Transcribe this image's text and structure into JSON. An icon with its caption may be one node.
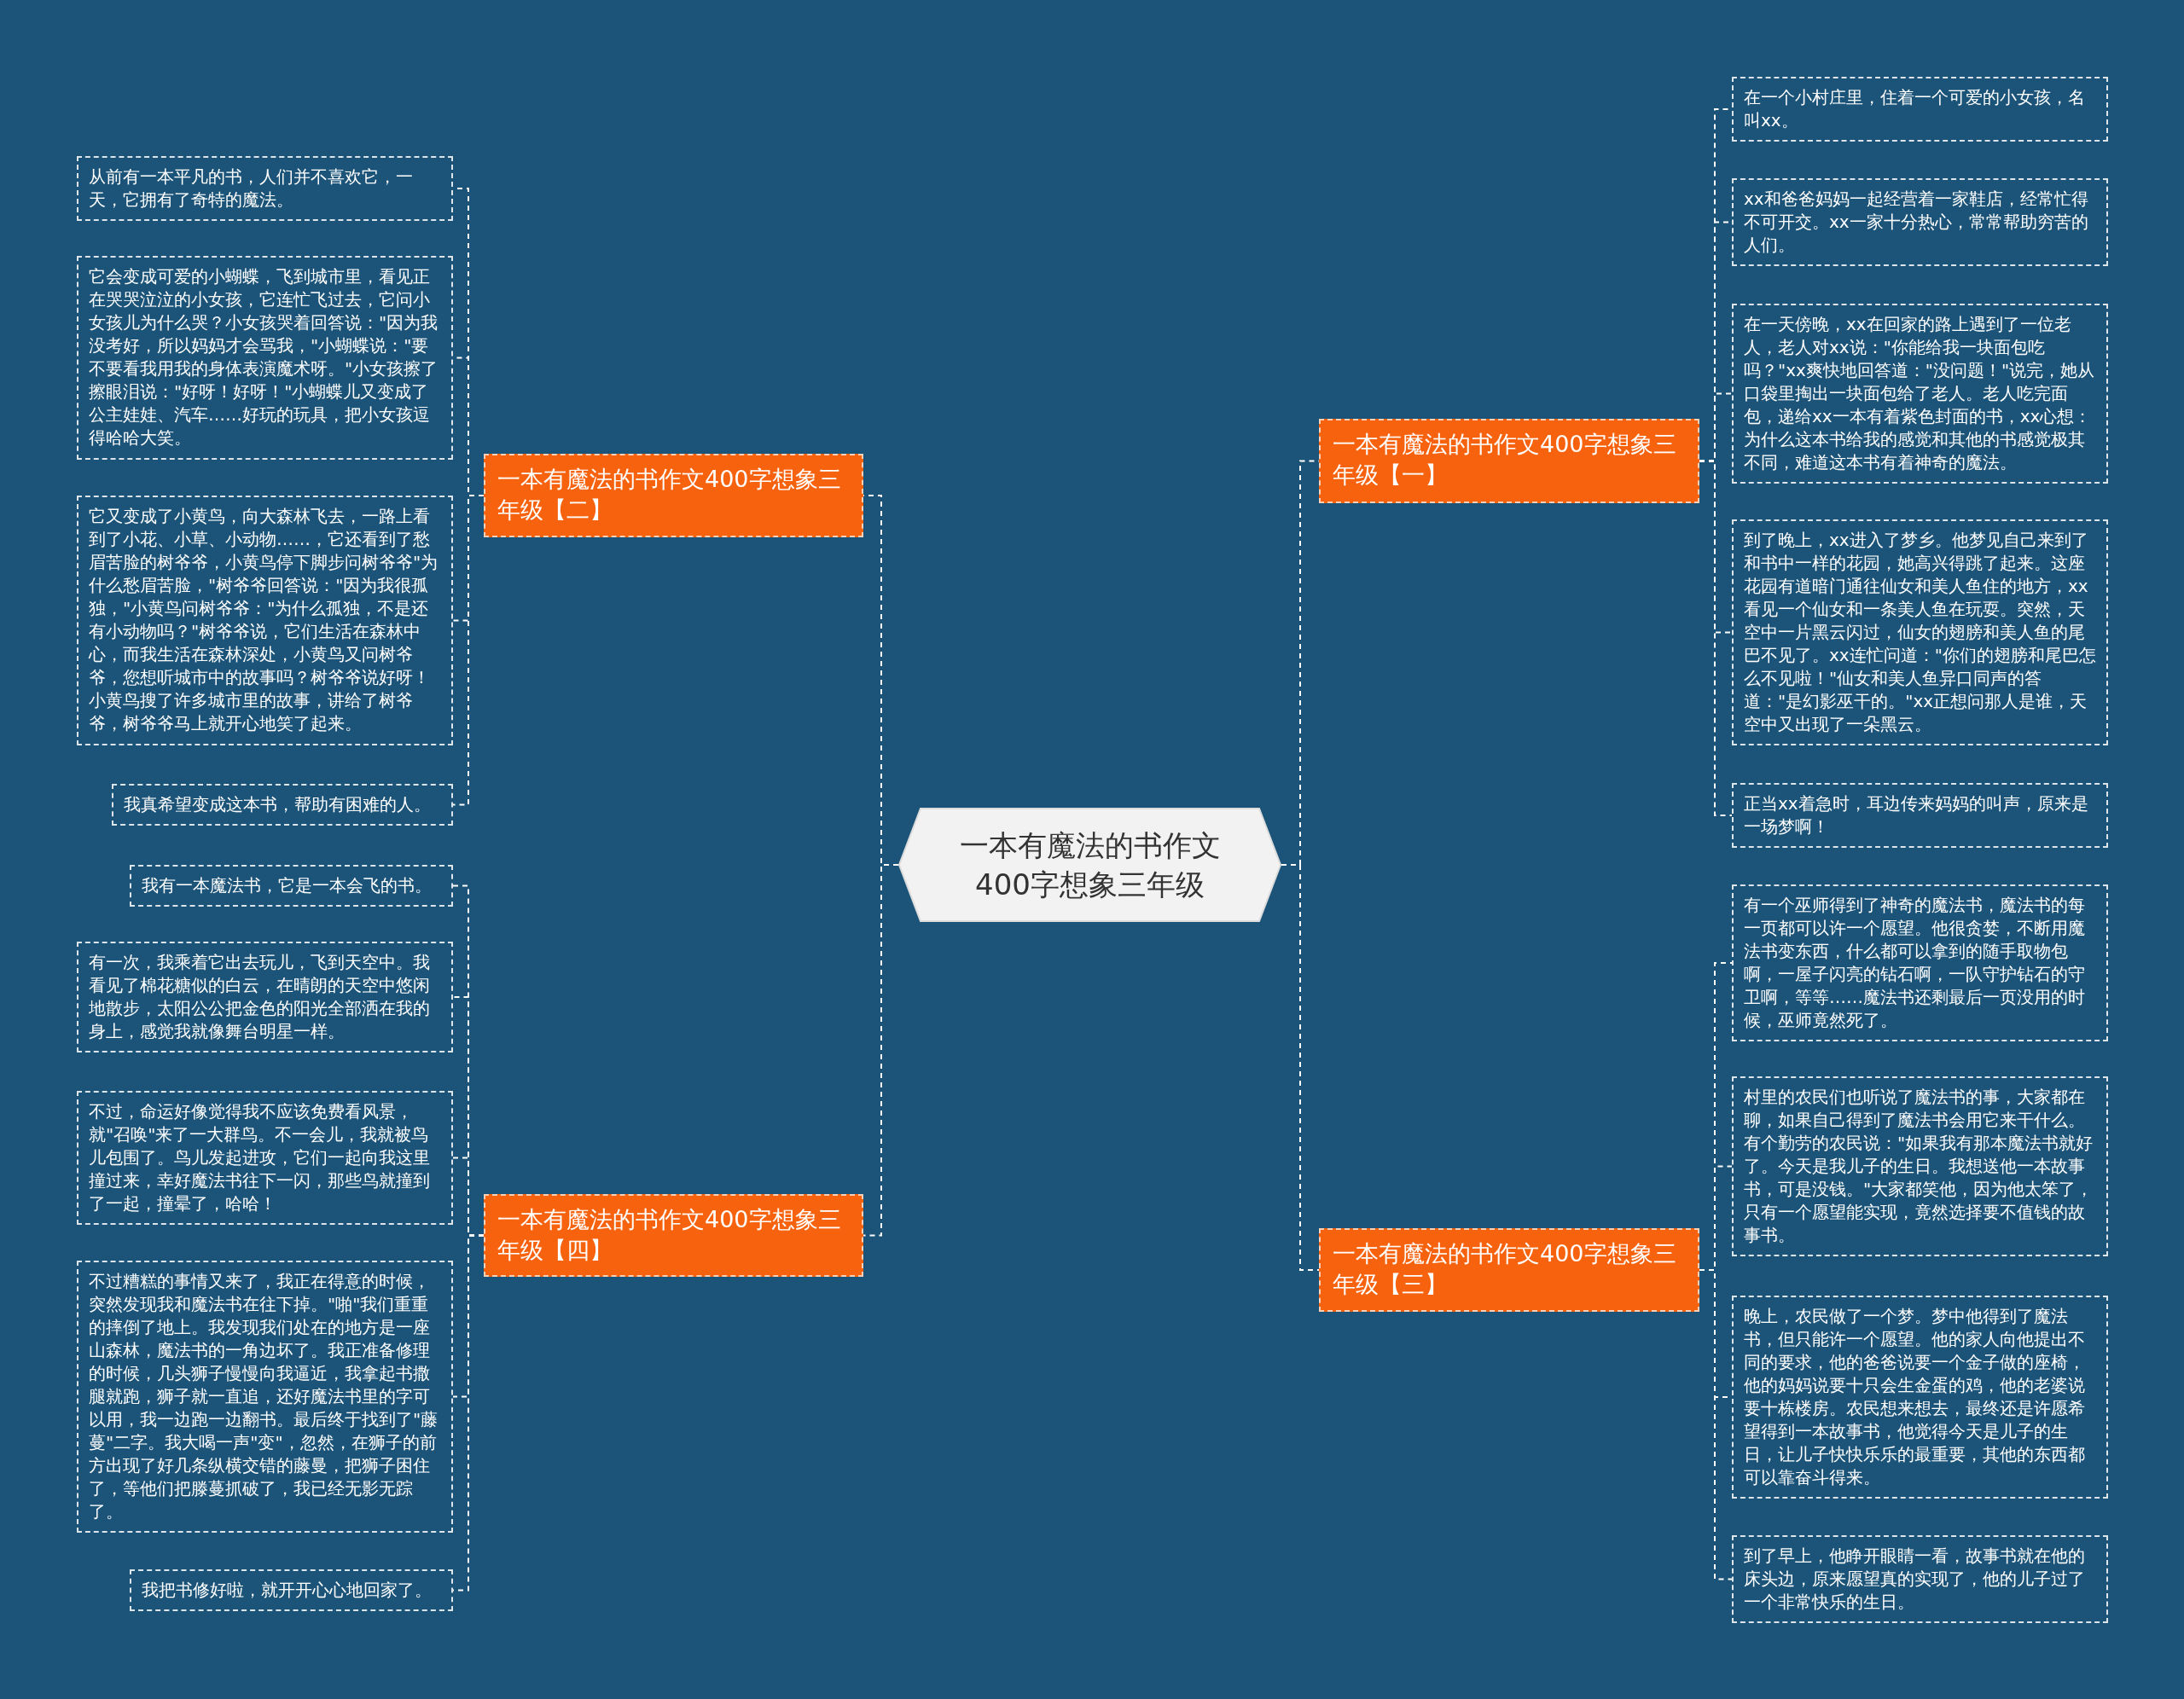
{
  "diagram": {
    "nodes": [
      {
        "text": [
          "一本有魔法的书作文400字想象三年级"
        ]
      },
      {
        "text": [
          "一本有魔法的书作文400字想象三年级【一】"
        ]
      },
      {
        "text": [
          "在一个小村庄里，住着一个可爱的小女孩，名叫xx。"
        ]
      },
      {
        "text": [
          "xx和爸爸妈妈一起经营着一家鞋店，经常忙得不可开交。xx一家十分热心，常常帮助穷苦的人们。"
        ]
      },
      {
        "text": [
          "在一天傍晚，xx在回家的路上遇到了一位老人，老人对xx说：\"你能给我一块面包吃吗？\"xx爽快地回答道：\"没问题！\"说完，她从口袋里掏出一块面包给了老人。老人吃完面包，递给xx一本有着紫色封面的书，xx心想：为什么这本书给我的感觉和其他的书感觉极其不同，难道这本书有着神奇的魔法。"
        ]
      },
      {
        "text": [
          "到了晚上，xx进入了梦乡。他梦见自己来到了和书中一样的花园，她高兴得跳了起来。这座花园有道暗门通往仙女和美人鱼住的地方，xx看见一个仙女和一条美人鱼在玩耍。突然，天空中一片黑云闪过，仙女的翅膀和美人鱼的尾巴不见了。xx连忙问道：\"你们的翅膀和尾巴怎么不见啦！\"仙女和美人鱼异口同声的答道：\"是幻影巫干的。\"xx正想问那人是谁，天空中又出现了一朵黑云。"
        ]
      },
      {
        "text": [
          "正当xx着急时，耳边传来妈妈的叫声，原来是一场梦啊！"
        ]
      },
      {
        "text": [
          "一本有魔法的书作文400字想象三年级【二】"
        ]
      },
      {
        "text": [
          "从前有一本平凡的书，人们并不喜欢它，一天，它拥有了奇特的魔法。"
        ]
      },
      {
        "text": [
          "它会变成可爱的小蝴蝶，飞到城市里，看见正在哭哭泣泣的小女孩，它连忙飞过去，它问小女孩儿为什么哭？小女孩哭着回答说：\"因为我没考好，所以妈妈才会骂我，\"小蝴蝶说：\"要不要看我用我的身体表演魔术呀。\"小女孩擦了擦眼泪说：\"好呀！好呀！\"小蝴蝶儿又变成了公主娃娃、汽车……好玩的玩具，把小女孩逗得哈哈大笑。"
        ]
      },
      {
        "text": [
          "它又变成了小黄鸟，向大森林飞去，一路上看到了小花、小草、小动物……，它还看到了愁眉苦脸的树爷爷，小黄鸟停下脚步问树爷爷\"为什么愁眉苦脸，\"树爷爷回答说：\"因为我很孤独，\"小黄鸟问树爷爷：\"为什么孤独，不是还有小动物吗？\"树爷爷说，它们生活在森林中心，而我生活在森林深处，小黄鸟又问树爷爷，您想听城市中的故事吗？树爷爷说好呀！小黄鸟搜了许多城市里的故事，讲给了树爷爷，树爷爷马上就开心地笑了起来。"
        ]
      },
      {
        "text": [
          "我真希望变成这本书，帮助有困难的人。"
        ]
      },
      {
        "text": [
          "一本有魔法的书作文400字想象三年级【三】"
        ]
      },
      {
        "text": [
          "有一个巫师得到了神奇的魔法书，魔法书的每一页都可以许一个愿望。他很贪婪，不断用魔法书变东西，什么都可以拿到的随手取物包啊，一屋子闪亮的钻石啊，一队守护钻石的守卫啊，等等……魔法书还剩最后一页没用的时候，巫师竟然死了。"
        ]
      },
      {
        "text": [
          "村里的农民们也听说了魔法书的事，大家都在聊，如果自己得到了魔法书会用它来干什么。有个勤劳的农民说：\"如果我有那本魔法书就好了。今天是我儿子的生日。我想送他一本故事书，可是没钱。\"大家都笑他，因为他太笨了，只有一个愿望能实现，竟然选择要不值钱的故事书。"
        ]
      },
      {
        "text": [
          "晚上，农民做了一个梦。梦中他得到了魔法书，但只能许一个愿望。他的家人向他提出不同的要求，他的爸爸说要一个金子做的座椅，他的妈妈说要十只会生金蛋的鸡，他的老婆说要十栋楼房。农民想来想去，最终还是许愿希望得到一本故事书，他觉得今天是儿子的生日，让儿子快快乐乐的最重要，其他的东西都可以靠奋斗得来。"
        ]
      },
      {
        "text": [
          "到了早上，他睁开眼睛一看，故事书就在他的床头边，原来愿望真的实现了，他的儿子过了一个非常快乐的生日。"
        ]
      },
      {
        "text": [
          "一本有魔法的书作文400字想象三年级【四】"
        ]
      },
      {
        "text": [
          "我有一本魔法书，它是一本会飞的书。"
        ]
      },
      {
        "text": [
          "有一次，我乘着它出去玩儿，飞到天空中。我看见了棉花糖似的白云，在晴朗的天空中悠闲地散步，太阳公公把金色的阳光全部洒在我的身上，感觉我就像舞台明星一样。"
        ]
      },
      {
        "text": [
          "不过，命运好像觉得我不应该免费看风景，就\"召唤\"来了一大群鸟。不一会儿，我就被鸟儿包围了。鸟儿发起进攻，它们一起向我这里撞过来，幸好魔法书往下一闪，那些鸟就撞到了一起，撞晕了，哈哈！"
        ]
      },
      {
        "text": [
          "不过糟糕的事情又来了，我正在得意的时候，突然发现我和魔法书在往下掉。\"啪\"我们重重的摔倒了地上。我发现我们处在的地方是一座山森林，魔法书的一角边坏了。我正准备修理的时候，几头狮子慢慢向我逼近，我拿起书撒腿就跑，狮子就一直追，还好魔法书里的字可以用，我一边跑一边翻书。最后终于找到了\"藤蔓\"二字。我大喝一声\"变\"，忽然，在狮子的前方出现了好几条纵横交错的藤曼，把狮子困住了，等他们把滕蔓抓破了，我已经无影无踪了。"
        ]
      },
      {
        "text": [
          "我把书修好啦，就开开心心地回家了。"
        ]
      }
    ],
    "edges": [
      {
        "from": 0,
        "to": 1,
        "arrow": "none"
      },
      {
        "from": 1,
        "to": 2,
        "arrow": "none"
      },
      {
        "from": 1,
        "to": 3,
        "arrow": "none"
      },
      {
        "from": 1,
        "to": 4,
        "arrow": "none"
      },
      {
        "from": 1,
        "to": 5,
        "arrow": "none"
      },
      {
        "from": 1,
        "to": 6,
        "arrow": "none"
      },
      {
        "from": 0,
        "to": 7,
        "arrow": "none"
      },
      {
        "from": 7,
        "to": 8,
        "arrow": "none"
      },
      {
        "from": 7,
        "to": 9,
        "arrow": "none"
      },
      {
        "from": 7,
        "to": 10,
        "arrow": "none"
      },
      {
        "from": 7,
        "to": 11,
        "arrow": "none"
      },
      {
        "from": 0,
        "to": 12,
        "arrow": "none"
      },
      {
        "from": 12,
        "to": 13,
        "arrow": "none"
      },
      {
        "from": 12,
        "to": 14,
        "arrow": "none"
      },
      {
        "from": 12,
        "to": 15,
        "arrow": "none"
      },
      {
        "from": 12,
        "to": 16,
        "arrow": "none"
      },
      {
        "from": 0,
        "to": 17,
        "arrow": "none"
      },
      {
        "from": 17,
        "to": 18,
        "arrow": "none"
      },
      {
        "from": 17,
        "to": 19,
        "arrow": "none"
      },
      {
        "from": 17,
        "to": 20,
        "arrow": "none"
      },
      {
        "from": 17,
        "to": 21,
        "arrow": "none"
      },
      {
        "from": 17,
        "to": 22,
        "arrow": "none"
      }
    ]
  }
}
